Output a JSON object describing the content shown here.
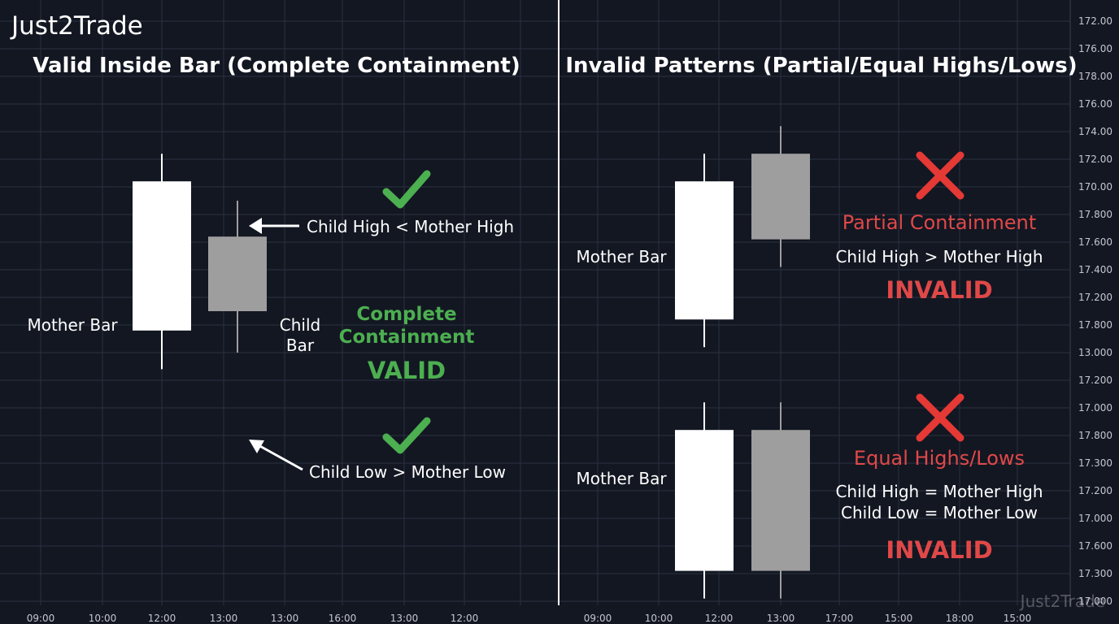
{
  "brand": {
    "logo_text": "Just2Trade",
    "watermark": "Just2Trade"
  },
  "colors": {
    "background": "#131722",
    "grid": "#2a3040",
    "mother_bar": "#ffffff",
    "child_bar": "#9e9e9e",
    "valid_green": "#4caf50",
    "invalid_red": "#e53935",
    "annotation_red": "#e04848",
    "text": "#ffffff"
  },
  "chart_data": [
    {
      "type": "candlestick",
      "title": "Valid Inside Bar (Complete Containment)",
      "x_tick_labels": [
        "09:00",
        "10:00",
        "12:00",
        "13:00",
        "13:00",
        "16:00",
        "13:00",
        "12:00"
      ],
      "bars": [
        {
          "name": "Mother Bar",
          "role": "mother",
          "x_label": "12:00",
          "high": 7.2,
          "open": 6.2,
          "close": 0.8,
          "low": -0.6
        },
        {
          "name": "Child Bar",
          "role": "child",
          "x_label": "13:00",
          "high": 5.5,
          "open": 4.2,
          "close": 1.5,
          "low": 0.0
        }
      ],
      "annotations": {
        "child_high": "Child High < Mother High",
        "child_low": "Child Low > Mother Low",
        "mother_label": "Mother Bar",
        "child_label_line1": "Child",
        "child_label_line2": "Bar",
        "result_line1": "Complete",
        "result_line2": "Containment",
        "verdict": "VALID",
        "check_icon": "check-icon"
      }
    },
    {
      "type": "candlestick",
      "title": "Invalid Patterns (Partial/Equal Highs/Lows)",
      "x_tick_labels": [
        "09:00",
        "10:00",
        "12:00",
        "13:00",
        "17:00",
        "15:00",
        "18:00",
        "15:00"
      ],
      "y_tick_labels": [
        "172.00",
        "176.00",
        "178.00",
        "176.00",
        "174.00",
        "172.00",
        "170.00",
        "17.800",
        "17.600",
        "17.400",
        "17.200",
        "17.800",
        "13.000",
        "17.200",
        "17.000",
        "17.800",
        "17.300",
        "17.200",
        "17.000",
        "17.600",
        "17.300",
        "17.000"
      ],
      "patterns": [
        {
          "name": "Partial Containment",
          "bars": [
            {
              "name": "Mother Bar",
              "role": "mother",
              "x_label": "12:00",
              "high": 7.2,
              "open": 6.2,
              "close": 1.2,
              "low": 0.2
            },
            {
              "name": "Child Bar",
              "role": "child",
              "x_label": "13:00",
              "high": 8.2,
              "open": 7.2,
              "close": 4.1,
              "low": 3.1
            }
          ],
          "mother_label": "Mother Bar",
          "title": "Partial Containment",
          "rule": "Child High > Mother High",
          "verdict": "INVALID",
          "icon": "x-icon"
        },
        {
          "name": "Equal Highs/Lows",
          "bars": [
            {
              "name": "Mother Bar",
              "role": "mother",
              "x_label": "12:00",
              "high": -1.8,
              "open": -2.8,
              "close": -7.9,
              "low": -8.9
            },
            {
              "name": "Child Bar",
              "role": "child",
              "x_label": "13:00",
              "high": -1.8,
              "open": -2.8,
              "close": -7.9,
              "low": -8.9
            }
          ],
          "mother_label": "Mother Bar",
          "title": "Equal Highs/Lows",
          "rule_line1": "Child High = Mother High",
          "rule_line2": "Child Low = Mother Low",
          "verdict": "INVALID",
          "icon": "x-icon"
        }
      ]
    }
  ]
}
